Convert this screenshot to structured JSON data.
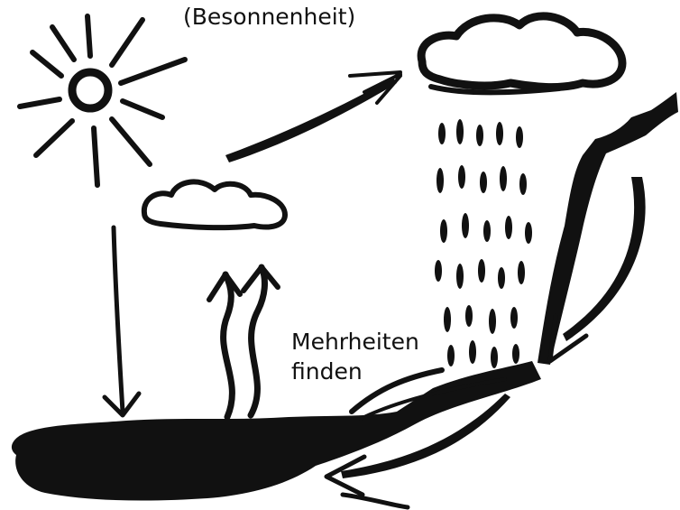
{
  "labels": {
    "top": "(Besonnenheit)",
    "mid_line1": "Mehrheiten",
    "mid_line2": "finden"
  },
  "colors": {
    "ink": "#111111",
    "background": "#ffffff"
  },
  "icons": [
    "sun-icon",
    "cloud-icon",
    "rain-cloud-icon",
    "arrow-icon",
    "ground-icon",
    "cliff-icon",
    "river-icon"
  ]
}
